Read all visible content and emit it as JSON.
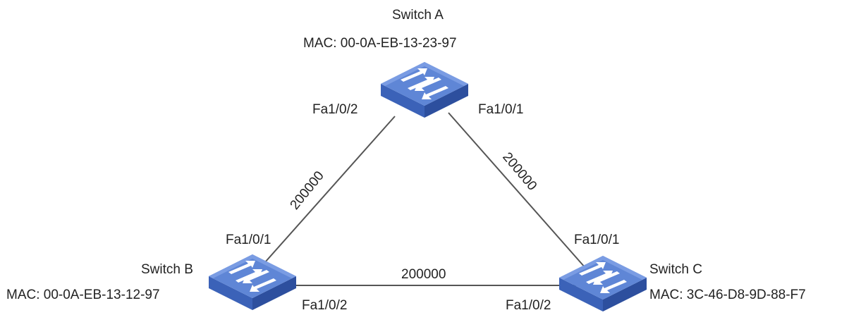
{
  "colors": {
    "link_line": "#555555",
    "switch_top": "#5f86d6",
    "switch_top_light": "#7a9ce3",
    "switch_left": "#3b62b8",
    "switch_right": "#2d4f9e",
    "switch_arrow": "#ffffff",
    "text": "#222222"
  },
  "switches": {
    "a": {
      "name": "Switch A",
      "mac": "MAC: 00-0A-EB-13-23-97",
      "icon": "switch-icon"
    },
    "b": {
      "name": "Switch B",
      "mac": "MAC: 00-0A-EB-13-12-97",
      "icon": "switch-icon"
    },
    "c": {
      "name": "Switch C",
      "mac": "MAC: 3C-46-D8-9D-88-F7",
      "icon": "switch-icon"
    }
  },
  "ports": {
    "a_left": "Fa1/0/2",
    "a_right": "Fa1/0/1",
    "b_top": "Fa1/0/1",
    "b_bottom": "Fa1/0/2",
    "c_top": "Fa1/0/1",
    "c_bottom": "Fa1/0/2"
  },
  "links": {
    "ab_cost": "200000",
    "ac_cost": "200000",
    "bc_cost": "200000"
  }
}
